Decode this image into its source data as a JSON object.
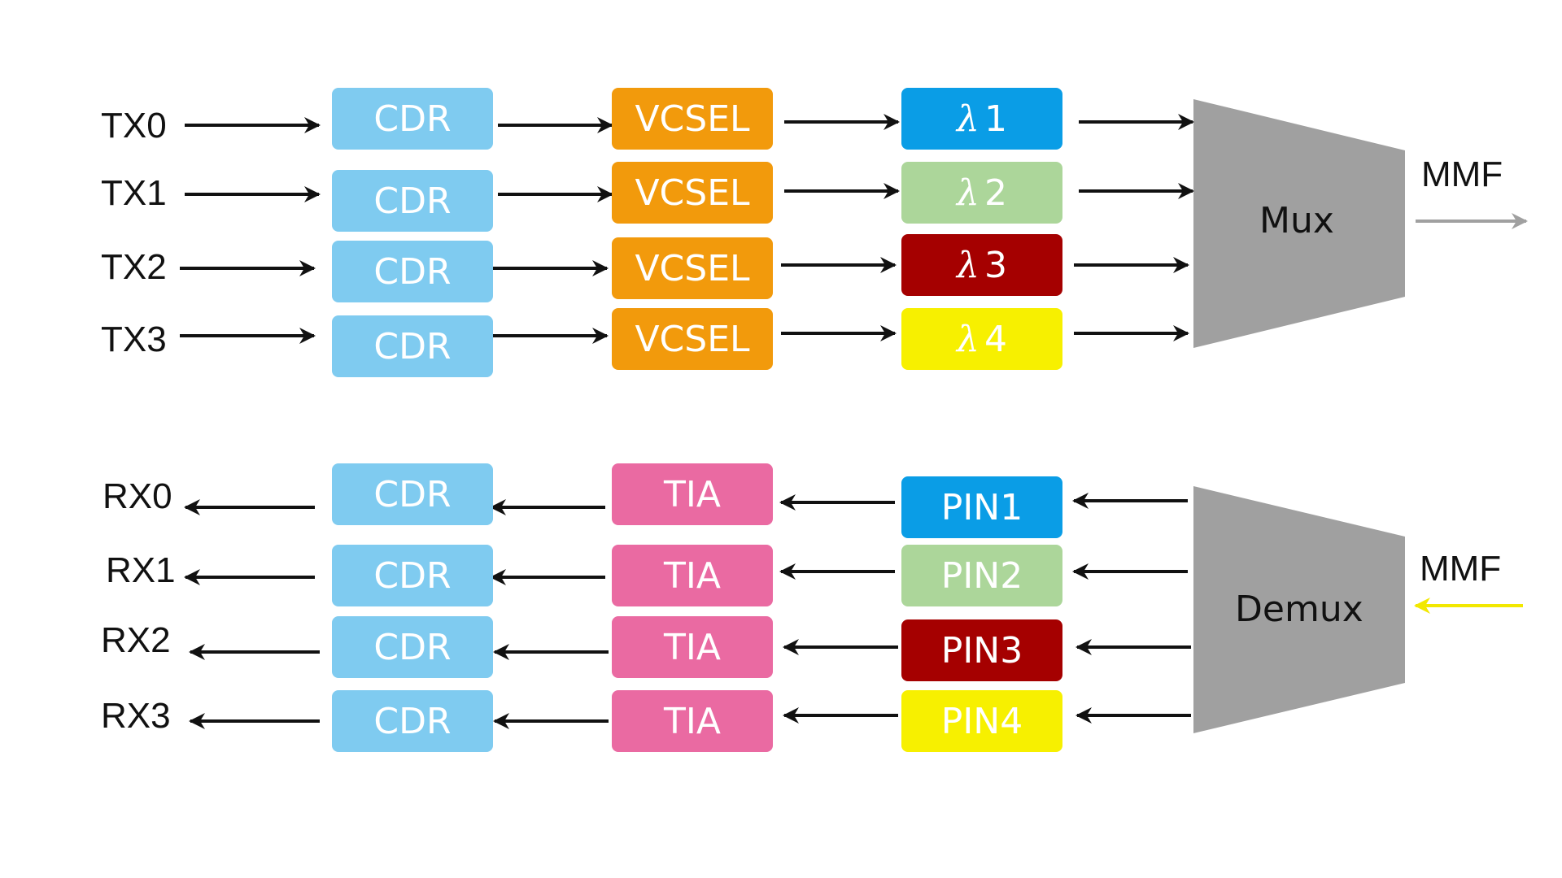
{
  "colors": {
    "cdr": "#7fcbf0",
    "vcsel": "#f29a0c",
    "tia": "#ea6aa2",
    "lane1": "#0a9de6",
    "lane2": "#acd69a",
    "lane3": "#a50000",
    "lane4": "#f7f000",
    "mux": "#a0a0a0",
    "arrow": "#111111",
    "tx_fiber_arrow": "#a0a0a0",
    "rx_fiber_arrow": "#f2e800"
  },
  "transmit": {
    "lanes": [
      {
        "input": "TX0",
        "cdr": "CDR",
        "laser": "VCSEL",
        "lambda_symbol": "λ",
        "lambda_num": "1"
      },
      {
        "input": "TX1",
        "cdr": "CDR",
        "laser": "VCSEL",
        "lambda_symbol": "λ",
        "lambda_num": "2"
      },
      {
        "input": "TX2",
        "cdr": "CDR",
        "laser": "VCSEL",
        "lambda_symbol": "λ",
        "lambda_num": "3"
      },
      {
        "input": "TX3",
        "cdr": "CDR",
        "laser": "VCSEL",
        "lambda_symbol": "λ",
        "lambda_num": "4"
      }
    ],
    "mux_label": "Mux",
    "fiber_label": "MMF"
  },
  "receive": {
    "lanes": [
      {
        "output": "RX0",
        "cdr": "CDR",
        "amp": "TIA",
        "detector": "PIN1"
      },
      {
        "output": "RX1",
        "cdr": "CDR",
        "amp": "TIA",
        "detector": "PIN2"
      },
      {
        "output": "RX2",
        "cdr": "CDR",
        "amp": "TIA",
        "detector": "PIN3"
      },
      {
        "output": "RX3",
        "cdr": "CDR",
        "amp": "TIA",
        "detector": "PIN4"
      }
    ],
    "demux_label": "Demux",
    "fiber_label": "MMF"
  }
}
